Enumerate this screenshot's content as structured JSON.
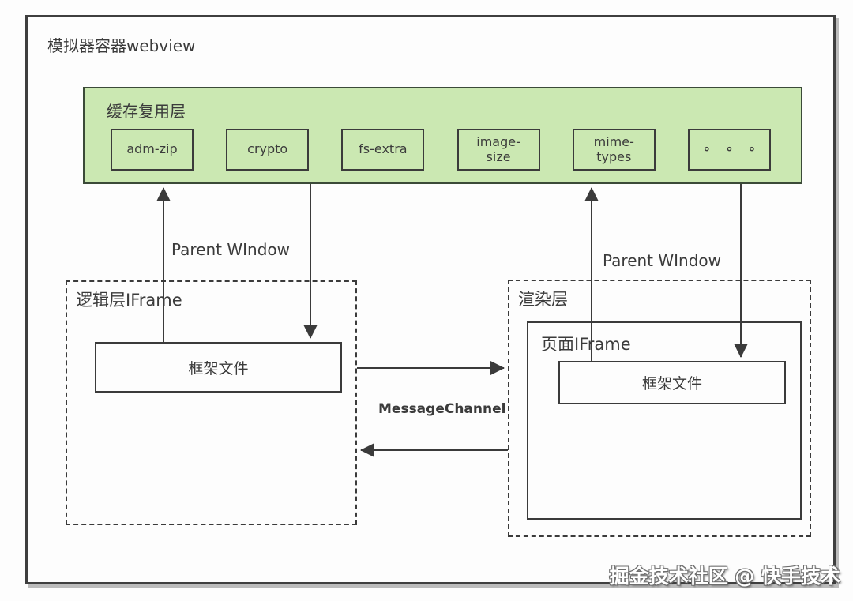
{
  "title": "模拟器容器webview",
  "cache_layer": {
    "label": "缓存复用层",
    "modules": [
      "adm-zip",
      "crypto",
      "fs-extra",
      "image-size",
      "mime-types",
      "∘ ∘ ∘"
    ]
  },
  "logic_layer": {
    "label": "逻辑层IFrame",
    "file_box_label": "框架文件"
  },
  "render_layer": {
    "label": "渲染层",
    "page_iframe_label": "页面IFrame",
    "file_box_label": "框架文件"
  },
  "connections": {
    "parent_window_left_label": "Parent WIndow",
    "parent_window_right_label": "Parent WIndow",
    "message_channel_label": "MessageChannel"
  },
  "watermark": "掘金技术社区 @ 快手技术",
  "colors": {
    "cache_layer_bg": "#cbe8b2",
    "stroke": "#3b3b3b"
  }
}
